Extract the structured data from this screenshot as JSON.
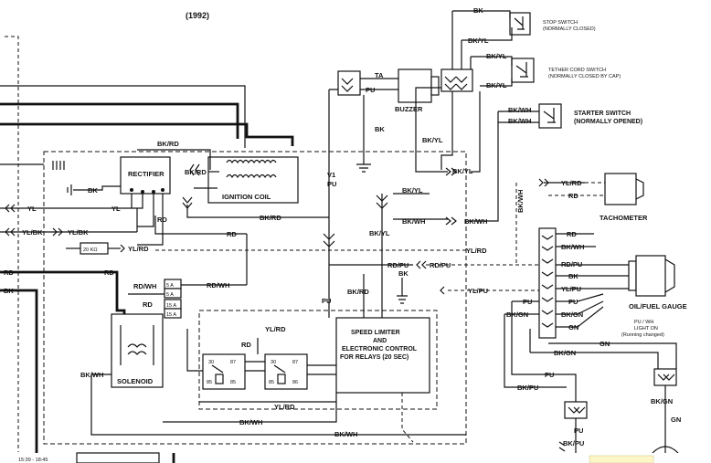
{
  "title": "(1992)",
  "components": {
    "stop_switch": [
      "STOP SWITCH",
      "(NORMALLY CLOSED)"
    ],
    "tether_switch": [
      "TETHER CORD SWITCH",
      "(NORMALLY CLOSED BY CAP)"
    ],
    "starter_switch": [
      "STARTER SWITCH",
      "(NORMALLY OPENED)"
    ],
    "buzzer": "BUZZER",
    "rectifier": "RECTIFIER",
    "ignition_coil": "IGNITION COIL",
    "tachometer": "TACHOMETER",
    "oil_gauge": "OIL/FUEL GAUGE",
    "solenoid": "SOLENOID",
    "speed_limiter": [
      "SPEED LIMITER",
      "AND",
      "ELECTRONIC CONTROL",
      "FOR RELAYS (20 SEC)"
    ],
    "light_note": [
      "PU / WH",
      "LIGHT ON",
      "(Running changed)"
    ],
    "resistor": "20 KΩ"
  },
  "wires": {
    "bk": "BK",
    "bkyl": "BK/YL",
    "bkwh": "BK/WH",
    "bkrd": "BK/RD",
    "ta": "TA",
    "pu": "PU",
    "yl": "YL",
    "ylbk": "YL/BK",
    "ylrd": "YL/RD",
    "rd": "RD",
    "rdpu": "RD/PU",
    "rdwh": "RD/WH",
    "ylpu": "YL/PU",
    "bkgn": "BK/GN",
    "gn": "GN",
    "bkpu": "BK/PU",
    "v1": "V1",
    "fuse5a": "5 A",
    "fuse15a": "15 A",
    "r30": "30",
    "r87": "87",
    "r85": "85",
    "r86": "86"
  },
  "colors": {
    "line": "#111111",
    "background": "#ffffff"
  },
  "footer": {
    "timestamp": "15:39 - 18:45 "
  }
}
